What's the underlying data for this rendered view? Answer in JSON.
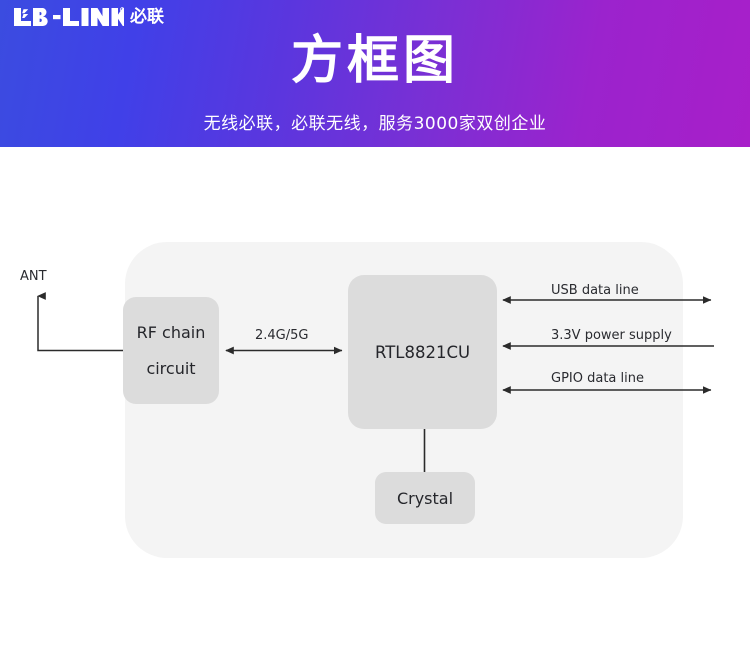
{
  "banner": {
    "brand_name_en": "LB-LINK",
    "brand_name_cn": "必联",
    "brand_logo_icon": "lb-link-logo-icon",
    "title": "方框图",
    "subtitle": "无线必联，必联无线，服务3000家双创企业",
    "gradient_start": "#3b4ce0",
    "gradient_end": "#a81fc9"
  },
  "diagram": {
    "panel_color": "#f4f4f4",
    "block_color": "#dcdcdc",
    "wire_color": "#2b2b2b",
    "blocks": [
      {
        "id": "rf-chain",
        "line1": "RF chain",
        "line2": "circuit"
      },
      {
        "id": "soc",
        "label": "RTL8821CU"
      },
      {
        "id": "crystal",
        "label": "Crystal"
      }
    ],
    "connections": [
      {
        "id": "ant",
        "label": "ANT",
        "arrows": "single-up"
      },
      {
        "id": "rf-soc",
        "label": "2.4G/5G",
        "arrows": "bidirectional"
      },
      {
        "id": "usb",
        "label": "USB data line",
        "arrows": "bidirectional"
      },
      {
        "id": "power",
        "label": "3.3V power supply",
        "arrows": "single-left"
      },
      {
        "id": "gpio",
        "label": "GPIO data line",
        "arrows": "bidirectional"
      },
      {
        "id": "xtal-link",
        "label": "",
        "arrows": "none"
      }
    ]
  }
}
